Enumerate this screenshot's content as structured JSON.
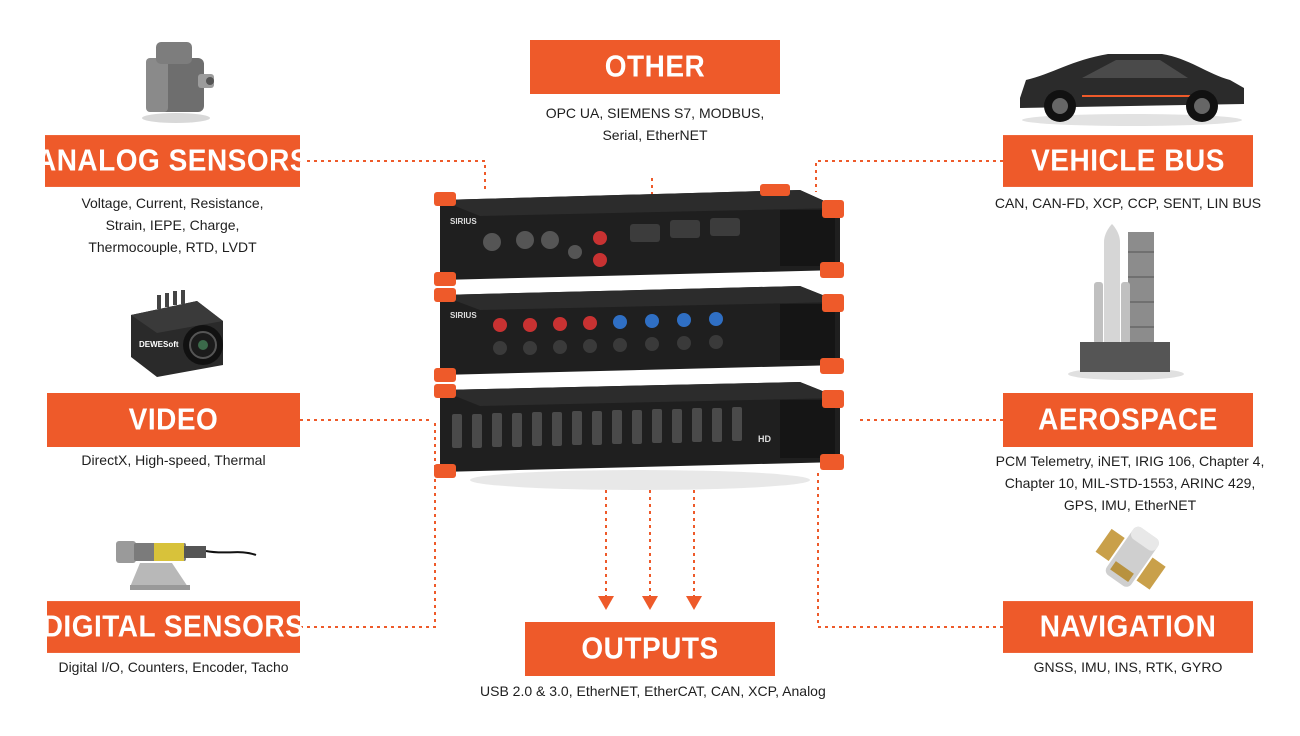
{
  "categories": {
    "analog": {
      "title": "ANALOG SENSORS",
      "lines": [
        "Voltage, Current, Resistance,",
        "Strain, IEPE, Charge,",
        "Thermocouple, RTD, LVDT"
      ]
    },
    "video": {
      "title": "VIDEO",
      "lines": [
        "DirectX, High-speed, Thermal"
      ]
    },
    "digital": {
      "title": "DIGITAL SENSORS",
      "lines": [
        "Digital I/O, Counters, Encoder, Tacho"
      ]
    },
    "other": {
      "title": "OTHER",
      "lines": [
        "OPC UA, SIEMENS S7, MODBUS,",
        "Serial, EtherNET"
      ]
    },
    "outputs": {
      "title": "OUTPUTS",
      "lines": [
        "USB 2.0 & 3.0, EtherNET, EtherCAT, CAN, XCP, Analog"
      ]
    },
    "vehicle": {
      "title": "VEHICLE BUS",
      "lines": [
        "CAN, CAN-FD, XCP, CCP, SENT, LIN BUS"
      ]
    },
    "aerospace": {
      "title": "AEROSPACE",
      "lines": [
        "PCM Telemetry, iNET, IRIG 106, Chapter 4,",
        "Chapter 10, MIL-STD-1553, ARINC 429,",
        "GPS, IMU, EtherNET"
      ]
    },
    "navigation": {
      "title": "NAVIGATION",
      "lines": [
        "GNSS, IMU, INS, RTK, GYRO"
      ]
    }
  },
  "device": {
    "brand": "SIRIUS",
    "camera_brand": "DEWESoft",
    "hd_label": "HD"
  },
  "colors": {
    "accent": "#ee5a2a",
    "text": "#1e1e1e",
    "device_body": "#1f1f1f"
  },
  "icons": [
    "accelerometer-icon",
    "camera-icon",
    "proximity-sensor-icon",
    "car-icon",
    "rocket-icon",
    "satellite-icon",
    "data-acquisition-device-icon"
  ]
}
